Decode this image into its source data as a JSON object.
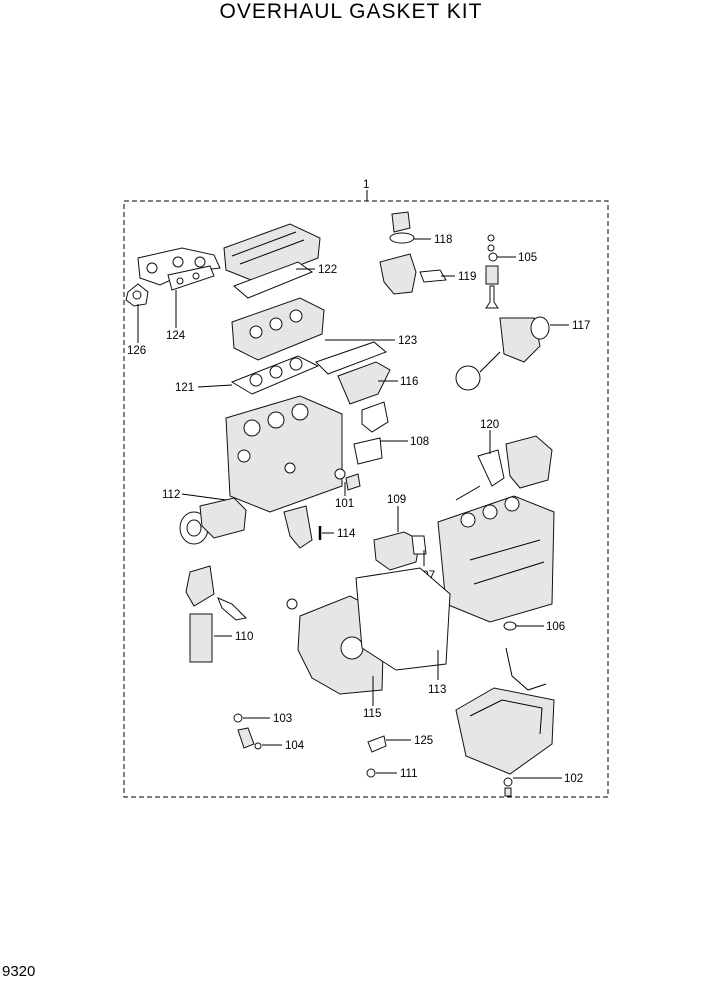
{
  "title": "OVERHAUL GASKET KIT",
  "page_number": "9320",
  "kit_label": "1",
  "callouts": {
    "c101": "101",
    "c102": "102",
    "c103": "103",
    "c104": "104",
    "c105": "105",
    "c106": "106",
    "c107": "107",
    "c108": "108",
    "c109": "109",
    "c110": "110",
    "c111": "111",
    "c112": "112",
    "c113": "113",
    "c114": "114",
    "c115": "115",
    "c116": "116",
    "c117": "117",
    "c118": "118",
    "c119": "119",
    "c120": "120",
    "c121": "121",
    "c122": "122",
    "c123": "123",
    "c124": "124",
    "c125": "125",
    "c126": "126"
  }
}
